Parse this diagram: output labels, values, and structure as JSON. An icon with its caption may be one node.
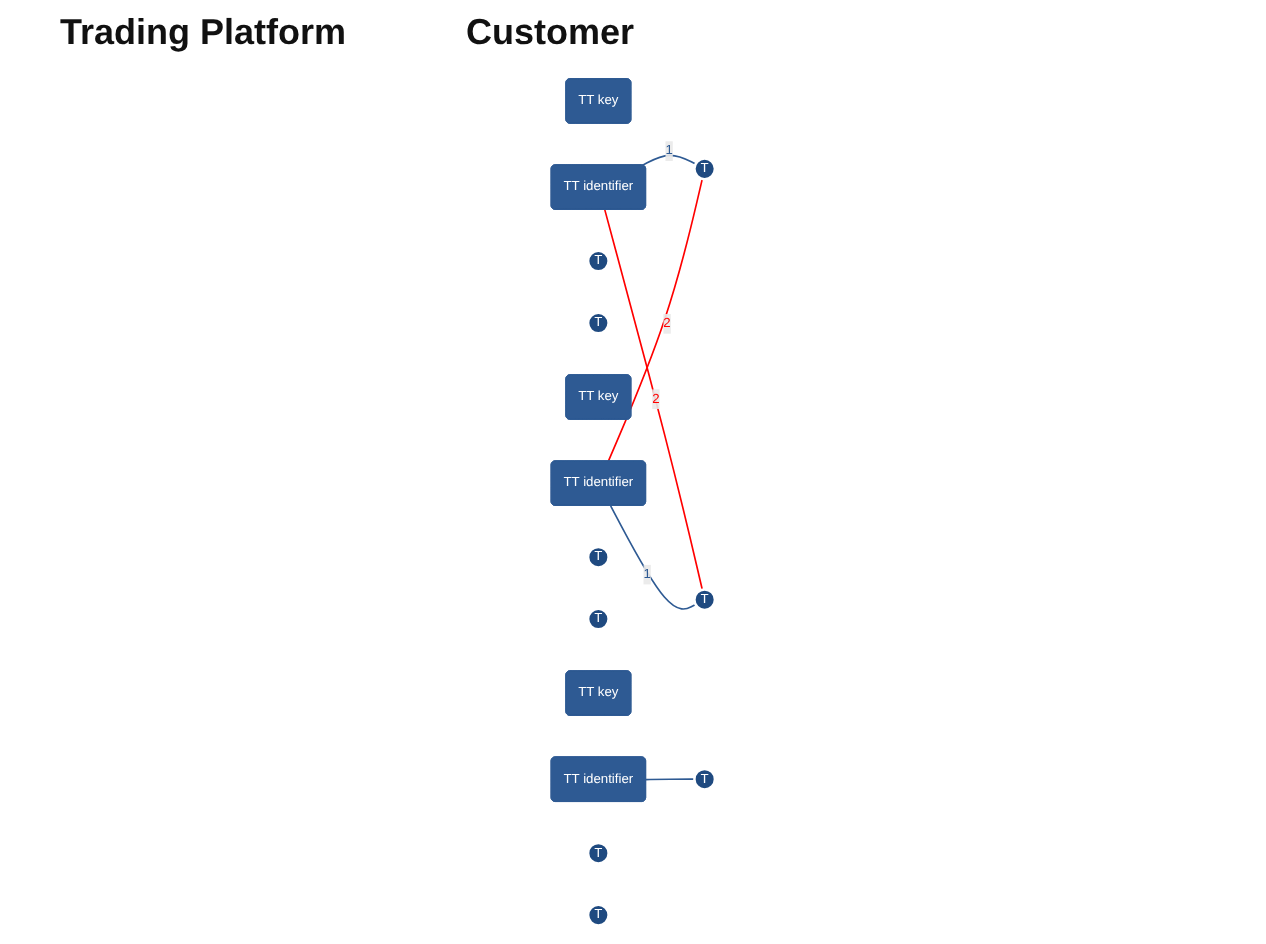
{
  "diagram": {
    "nodes": [
      {
        "text": [
          "TT key"
        ]
      },
      {
        "text": [
          "TT identifier"
        ]
      },
      {
        "text": [
          "T"
        ]
      },
      {
        "text": [
          "T"
        ]
      },
      {
        "text": [
          "T"
        ]
      },
      {
        "text": [
          "TT key"
        ]
      },
      {
        "text": [
          "TT identifier"
        ]
      },
      {
        "text": [
          "T"
        ]
      },
      {
        "text": [
          "T"
        ]
      },
      {
        "text": [
          "T"
        ]
      },
      {
        "text": [
          "TT key"
        ]
      },
      {
        "text": [
          "TT identifier"
        ]
      },
      {
        "text": [
          "T"
        ]
      },
      {
        "text": [
          "T"
        ]
      },
      {
        "text": [
          "T"
        ]
      }
    ],
    "edges": [
      {
        "from": 1,
        "to": 3,
        "arrow": "none",
        "label": "1"
      },
      {
        "from": 1,
        "to": 8,
        "arrow": "none",
        "label": "2",
        "color": "#ff0000"
      },
      {
        "from": 6,
        "to": 3,
        "arrow": "none",
        "label": "2",
        "color": "#ff0000"
      },
      {
        "from": 6,
        "to": 8,
        "arrow": "none",
        "label": "1"
      },
      {
        "from": 11,
        "to": 13,
        "arrow": "none"
      }
    ],
    "labels": [
      "Trading Platform",
      "Customer"
    ]
  }
}
